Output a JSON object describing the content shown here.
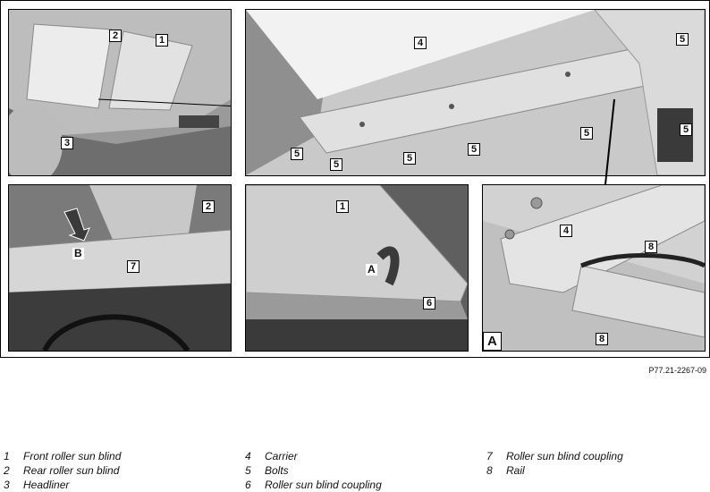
{
  "reference_code": "P77.21-2267-09",
  "detail_label": "A",
  "arrow_labels": {
    "a": "A",
    "b": "B"
  },
  "callouts": {
    "p1": [
      "1",
      "2",
      "3"
    ],
    "p2": [
      "4",
      "5",
      "5",
      "5",
      "5",
      "5",
      "5",
      "5"
    ],
    "p3": [
      "2",
      "7"
    ],
    "p4": [
      "1",
      "6"
    ],
    "p5": [
      "4",
      "8",
      "8"
    ]
  },
  "legend": [
    {
      "num": "1",
      "text": "Front roller sun blind"
    },
    {
      "num": "2",
      "text": "Rear roller sun blind"
    },
    {
      "num": "3",
      "text": "Headliner"
    },
    {
      "num": "4",
      "text": "Carrier"
    },
    {
      "num": "5",
      "text": "Bolts"
    },
    {
      "num": "6",
      "text": "Roller sun blind coupling"
    },
    {
      "num": "7",
      "text": "Roller sun blind coupling"
    },
    {
      "num": "8",
      "text": "Rail"
    }
  ],
  "colors": {
    "photo_bg": "#cfcfcf",
    "sunroof": "#e6e6e6",
    "metal": "#d9d9d9",
    "dark": "#3a3a3a"
  }
}
